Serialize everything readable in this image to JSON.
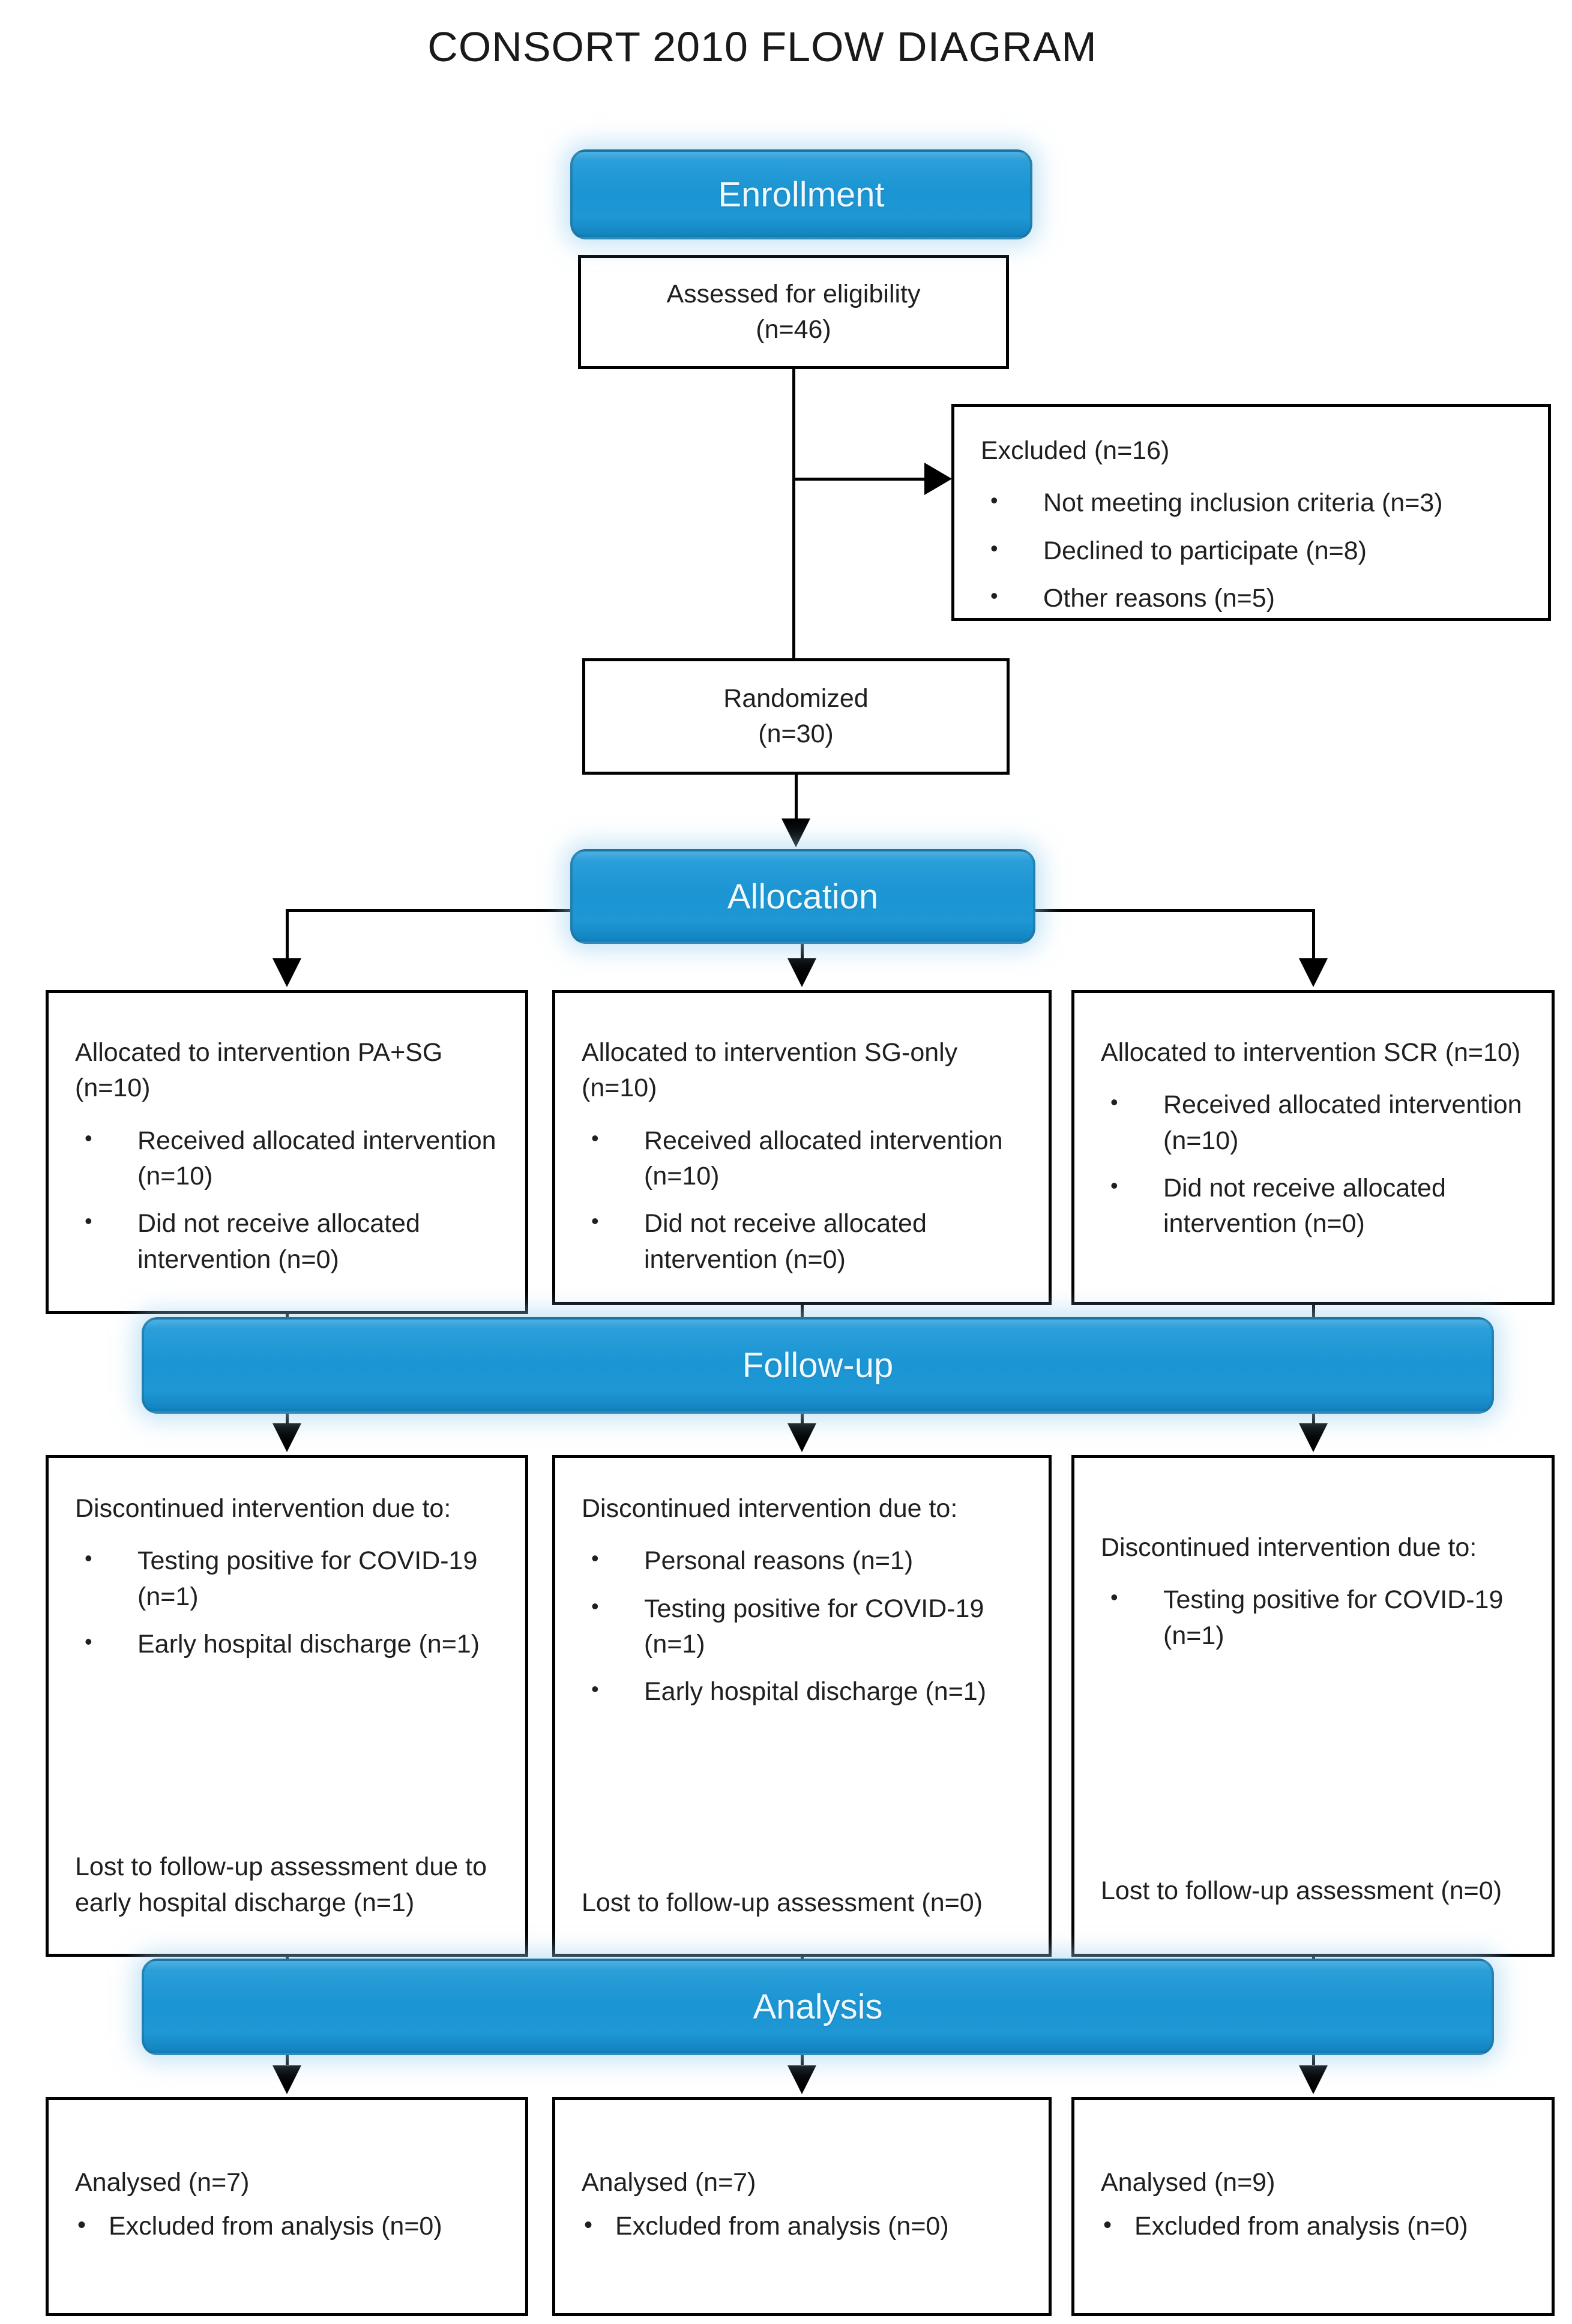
{
  "title": "CONSORT 2010 FLOW DIAGRAM",
  "banners": {
    "enrollment": "Enrollment",
    "allocation": "Allocation",
    "followup": "Follow-up",
    "analysis": "Analysis"
  },
  "simple_boxes": {
    "assessed": {
      "line1": "Assessed for eligibility",
      "line2": "(n=46)"
    },
    "randomized": {
      "line1": "Randomized",
      "line2": "(n=30)"
    }
  },
  "flow_boxes": {
    "excluded": {
      "blocks": [
        {
          "type": "heading",
          "text": "Excluded (n=16)"
        },
        {
          "type": "bullet",
          "text": "Not meeting inclusion criteria (n=3)"
        },
        {
          "type": "bullet",
          "text": "Declined to participate (n=8)"
        },
        {
          "type": "bullet",
          "text": "Other reasons (n=5)"
        }
      ]
    },
    "alloc_left": {
      "blocks": [
        {
          "type": "heading",
          "text": "Allocated to intervention PA+SG (n=10)"
        },
        {
          "type": "bullet",
          "text": "Received allocated intervention (n=10)"
        },
        {
          "type": "bullet",
          "text": "Did not receive allocated intervention (n=0)"
        }
      ]
    },
    "alloc_mid": {
      "blocks": [
        {
          "type": "heading",
          "text": "Allocated to intervention SG-only (n=10)"
        },
        {
          "type": "bullet",
          "text": "Received allocated intervention (n=10)"
        },
        {
          "type": "bullet",
          "text": "Did not receive allocated intervention (n=0)"
        }
      ]
    },
    "alloc_right": {
      "blocks": [
        {
          "type": "heading",
          "text": "Allocated to intervention SCR (n=10)"
        },
        {
          "type": "bullet",
          "text": "Received allocated intervention (n=10)"
        },
        {
          "type": "bullet",
          "text": "Did not receive allocated intervention (n=0)"
        }
      ]
    },
    "fu_left": {
      "blocks": [
        {
          "type": "heading",
          "text": "Discontinued intervention due to:"
        },
        {
          "type": "bullet",
          "text": "Testing positive for COVID-19 (n=1)"
        },
        {
          "type": "bullet",
          "text": "Early hospital discharge (n=1)"
        },
        {
          "type": "footer",
          "text": "Lost to follow-up assessment due to early hospital discharge (n=1)"
        }
      ]
    },
    "fu_mid": {
      "blocks": [
        {
          "type": "heading",
          "text": "Discontinued intervention due to:"
        },
        {
          "type": "bullet",
          "text": "Personal reasons (n=1)"
        },
        {
          "type": "bullet",
          "text": "Testing positive for COVID-19 (n=1)"
        },
        {
          "type": "bullet",
          "text": "Early hospital discharge (n=1)"
        },
        {
          "type": "footer",
          "text": "Lost to follow-up assessment (n=0)"
        }
      ]
    },
    "fu_right": {
      "blocks": [
        {
          "type": "heading",
          "text": "Discontinued intervention due to:"
        },
        {
          "type": "bullet",
          "text": "Testing positive for COVID-19 (n=1)"
        },
        {
          "type": "footer",
          "text": "Lost to follow-up assessment (n=0)"
        }
      ]
    },
    "an_left": {
      "blocks": [
        {
          "type": "heading",
          "text": "Analysed  (n=7)"
        },
        {
          "type": "bullet",
          "text": "Excluded from analysis (n=0)"
        }
      ]
    },
    "an_mid": {
      "blocks": [
        {
          "type": "heading",
          "text": "Analysed  (n=7)"
        },
        {
          "type": "bullet",
          "text": "Excluded from analysis (n=0)"
        }
      ]
    },
    "an_right": {
      "blocks": [
        {
          "type": "heading",
          "text": "Analysed  (n=9)"
        },
        {
          "type": "bullet",
          "text": "Excluded from analysis (n=0)"
        }
      ]
    }
  },
  "colors": {
    "banner_fill": "#1e96d3",
    "banner_fill_light": "#4fb0e1",
    "banner_fill_dark": "#1486c2",
    "banner_border": "#2f7ea8",
    "banner_text": "#eef8fd",
    "box_border": "#000000",
    "box_bg": "#ffffff",
    "connector": "#000000",
    "title_color": "#1a1a1a",
    "body_text": "#1f1f1f",
    "page_bg": "#ffffff"
  }
}
